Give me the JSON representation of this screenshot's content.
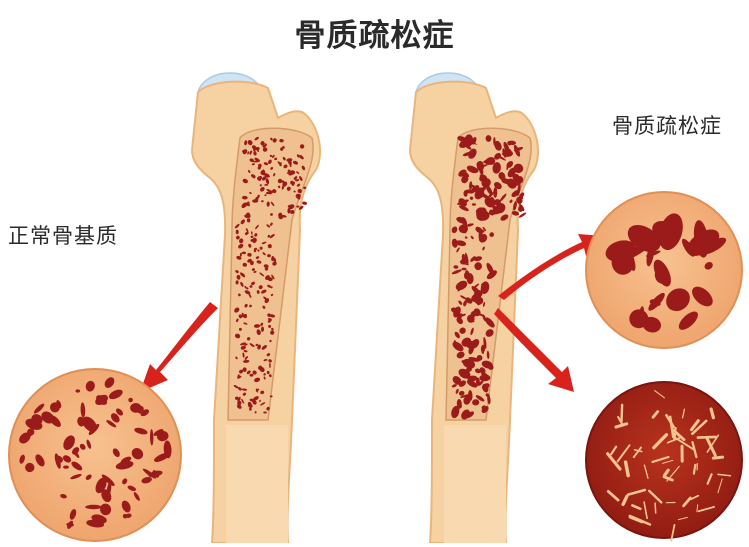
{
  "title": "骨质疏松症",
  "labels": {
    "normal": "正常骨基质",
    "osteoporosis": "骨质疏松症"
  },
  "colors": {
    "bone": "#f6d2a2",
    "bone_outline": "#e9b57c",
    "marrow": "#f0b07d",
    "pore": "#9b1b1b",
    "arrow": "#d8221c",
    "cartilage": "#cfe4f4",
    "title_text": "#2a2a2a"
  },
  "icons": [
    "normal-bone-illustration",
    "osteoporotic-bone-illustration",
    "arrow-icon"
  ]
}
